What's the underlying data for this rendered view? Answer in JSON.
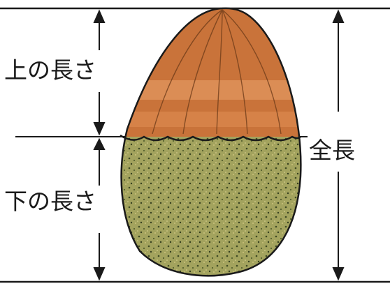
{
  "labels": {
    "upper_length": "上の長さ",
    "lower_length": "下の長さ",
    "total_length": "全長"
  },
  "colors": {
    "upper_part": "#c9733a",
    "upper_stripe": "#e8a06a",
    "lower_part": "#9a9a52",
    "outline": "#1a1a1a"
  }
}
